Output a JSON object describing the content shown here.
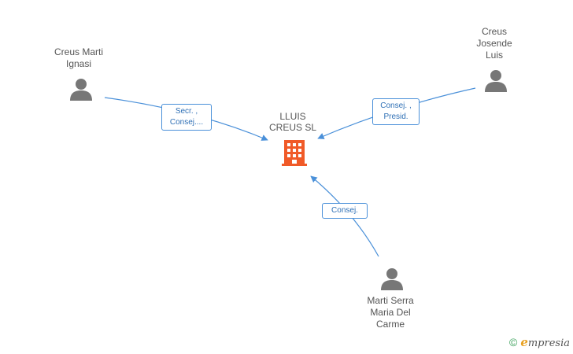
{
  "company": {
    "name_line1": "LLUIS",
    "name_line2": "CREUS SL",
    "icon": "building-icon",
    "color": "#f05a28"
  },
  "people": [
    {
      "name_lines": [
        "Creus Marti",
        "Ignasi"
      ],
      "icon": "person-icon"
    },
    {
      "name_lines": [
        "Creus",
        "Josende",
        "Luis"
      ],
      "icon": "person-icon"
    },
    {
      "name_lines": [
        "Marti Serra",
        "Maria Del",
        "Carme"
      ],
      "icon": "person-icon"
    }
  ],
  "edges": [
    {
      "label_lines": [
        "Secr. ,",
        "Consej...."
      ]
    },
    {
      "label_lines": [
        "Consej. ,",
        "Presid."
      ]
    },
    {
      "label_lines": [
        "Consej."
      ]
    }
  ],
  "colors": {
    "edge": "#4a90d9",
    "person": "#777777",
    "text": "#555555"
  },
  "footer": {
    "copyright_symbol": "©",
    "brand_initial": "e",
    "brand_rest": "mpresia"
  }
}
